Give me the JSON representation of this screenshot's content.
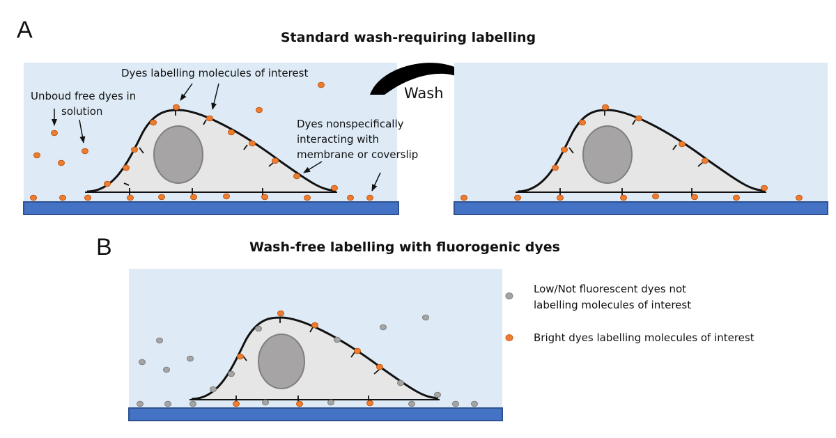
{
  "panel_a": {
    "letter": "A",
    "title": "Standard wash-requiring labelling",
    "label_unbound_1": "Unboud free dyes in",
    "label_unbound_2": "solution",
    "label_labelling": "Dyes labelling molecules of interest",
    "label_nonspecific_1": "Dyes nonspecifically",
    "label_nonspecific_2": "interacting with",
    "label_nonspecific_3": "membrane or coverslip",
    "wash_label": "Wash"
  },
  "panel_b": {
    "letter": "B",
    "title": "Wash-free labelling with fluorogenic dyes"
  },
  "legend": {
    "grey_label_1": "Low/Not fluorescent dyes not",
    "grey_label_2": "labelling molecules of interest",
    "orange_label": "Bright dyes labelling molecules of interest"
  },
  "colors": {
    "solution": "#deebf7",
    "coverslip": "#4472c4",
    "coverslip_edge": "#2f528f",
    "cell": "#e7e6e6",
    "nucleus": "#a6a4a4",
    "dye_bright": "#ed7d31",
    "dye_dark": "#a5a5a5"
  }
}
